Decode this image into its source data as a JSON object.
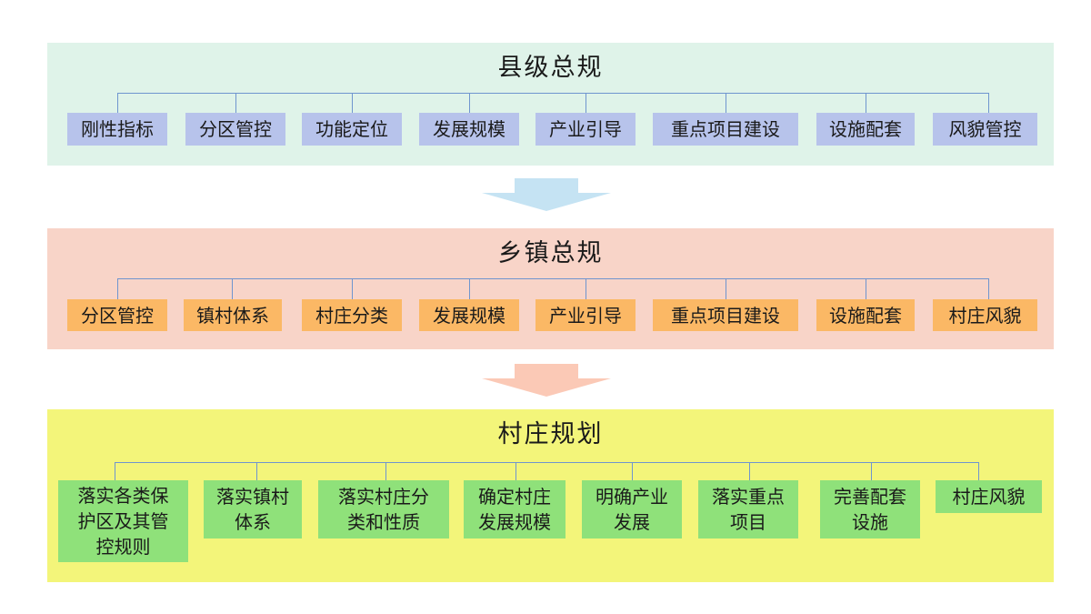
{
  "levels": [
    {
      "title": "县级总规",
      "color": "#dff3e9",
      "box_color": "#b7c3eb",
      "items": [
        "刚性指标",
        "分区管控",
        "功能定位",
        "发展规模",
        "产业引导",
        "重点项目建设",
        "设施配套",
        "风貌管控"
      ]
    },
    {
      "title": "乡镇总规",
      "color": "#f8d4c8",
      "box_color": "#fbb865",
      "items": [
        "分区管控",
        "镇村体系",
        "村庄分类",
        "发展规模",
        "产业引导",
        "重点项目建设",
        "设施配套",
        "村庄风貌"
      ]
    },
    {
      "title": "村庄规划",
      "color": "#f3f57a",
      "box_color": "#8fe17a",
      "items": [
        "落实各类保护区及其管控规则",
        "落实镇村体系",
        "落实村庄分类和性质",
        "确定村庄发展规模",
        "明确产业发展",
        "落实重点项目",
        "完善配套设施",
        "村庄风貌"
      ]
    }
  ],
  "arrows": [
    {
      "from": "县级总规",
      "to": "乡镇总规",
      "color": "#c5e3f3"
    },
    {
      "from": "乡镇总规",
      "to": "村庄规划",
      "color": "#fbc9b6"
    }
  ],
  "line_color": "#6f95cf"
}
